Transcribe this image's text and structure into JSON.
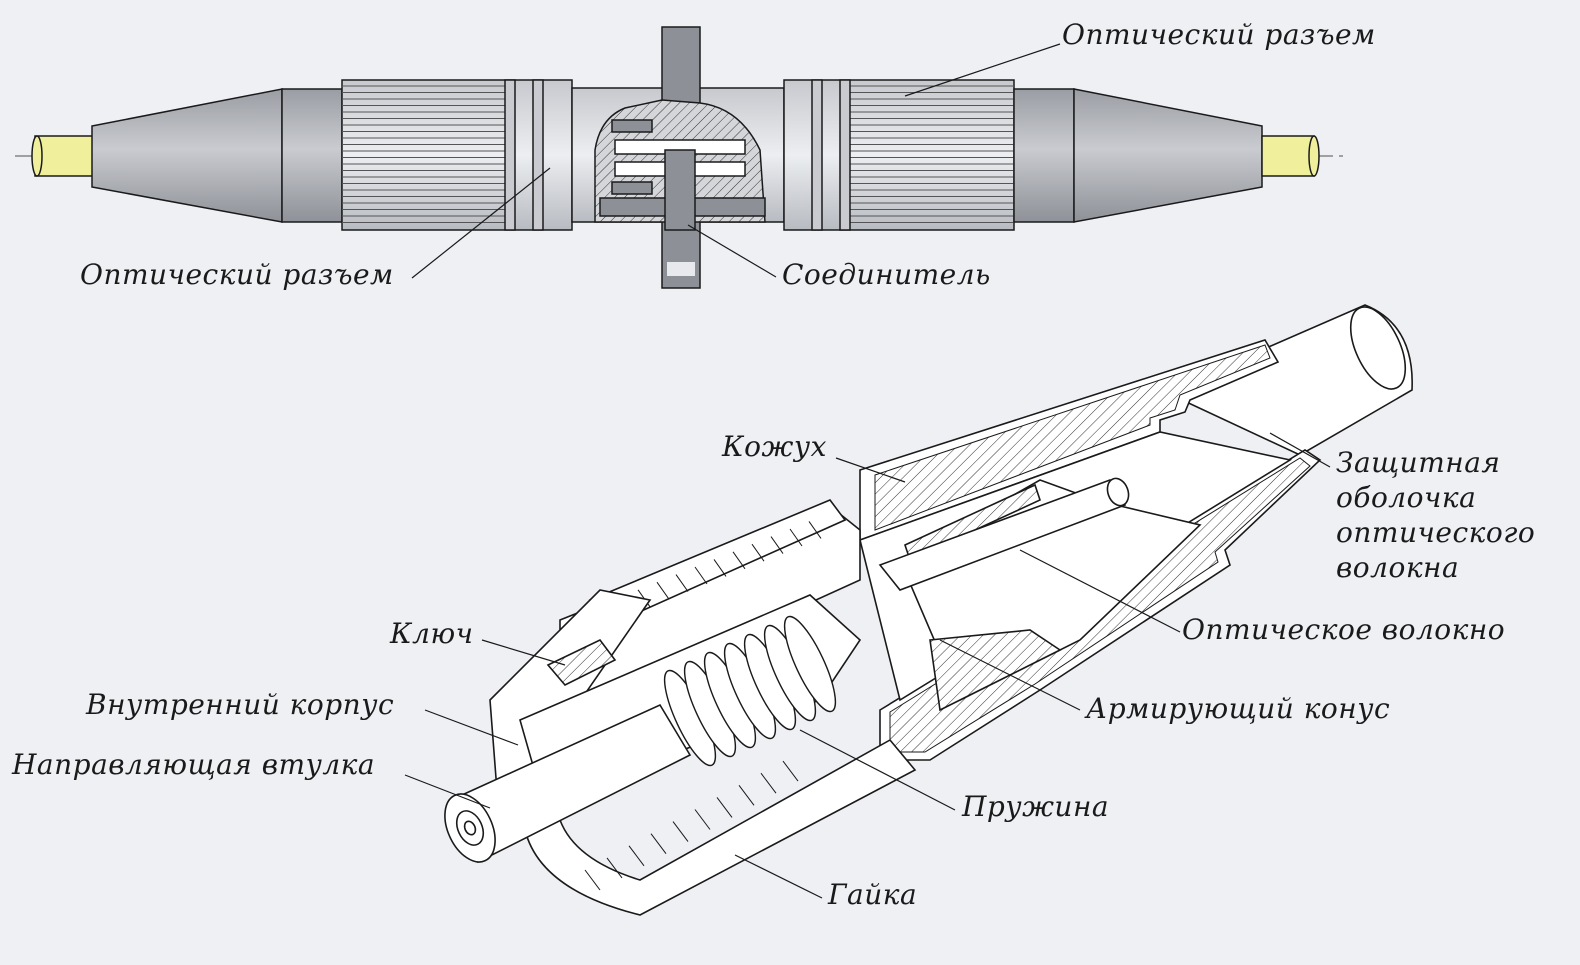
{
  "top_labels": {
    "connector_right": "Оптический разъем",
    "connector_left": "Оптический разъем",
    "coupler": "Соединитель"
  },
  "bottom_labels": {
    "housing": "Кожух",
    "jacket": [
      "Защитная",
      "оболочка",
      "оптического",
      "волокна"
    ],
    "key": "Ключ",
    "fiber": "Оптическое волокно",
    "inner_body": "Внутренний корпус",
    "reinforcing_cone": "Армирующий конус",
    "guide_ferrule": "Направляющая втулка",
    "spring": "Пружина",
    "nut": "Гайка"
  },
  "colors": {
    "background": "#eef0f4",
    "line": "#1a1a1a",
    "metal_dark": "#8d9096",
    "metal_mid": "#b9bcc2",
    "metal_light": "#d9dbdf",
    "fiber_yellow": "#efef9c",
    "hatch_bg": "#cfd1d6"
  }
}
